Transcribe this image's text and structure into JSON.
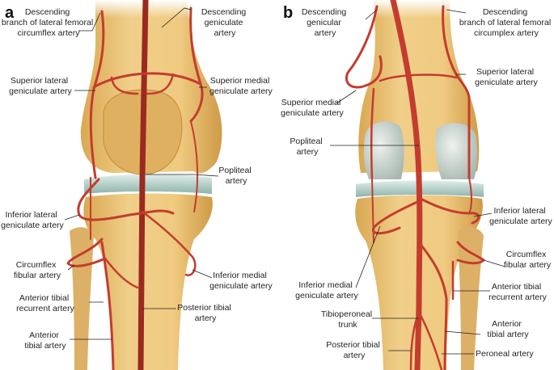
{
  "panels": {
    "a": {
      "letter": "a",
      "labels": {
        "desc_branch": [
          "Descending",
          "branch of lateral femoral",
          "circumflex artery"
        ],
        "desc_genic": [
          "Descending",
          "geniculate",
          "artery"
        ],
        "sup_lat": [
          "Superior lateral",
          "geniculate artery"
        ],
        "sup_med": [
          "Superior medial",
          "geniculate artery"
        ],
        "popliteal": [
          "Popliteal",
          "artery"
        ],
        "inf_lat": [
          "Inferior lateral",
          "geniculate artery"
        ],
        "circumflex": [
          "Circumflex",
          "fibular artery"
        ],
        "inf_med": [
          "Inferior medial",
          "geniculate artery"
        ],
        "ant_rec": [
          "Anterior tibial",
          "recurrent artery"
        ],
        "post_tib": [
          "Posterior tibial",
          "artery"
        ],
        "ant_tib": [
          "Anterior",
          "tibial artery"
        ]
      }
    },
    "b": {
      "letter": "b",
      "labels": {
        "desc_genic": [
          "Descending",
          "genicular",
          "artery"
        ],
        "desc_branch": [
          "Descending",
          "branch of lateral femoral",
          "circumplex artery"
        ],
        "sup_lat": [
          "Superior lateral",
          "geniculate artery"
        ],
        "sup_med": [
          "Superior medial",
          "geniculate artery"
        ],
        "popliteal": [
          "Popliteal",
          "artery"
        ],
        "inf_lat": [
          "Inferior lateral",
          "geniculate artery"
        ],
        "circumflex": [
          "Circumflex",
          "fibular artery"
        ],
        "inf_med": [
          "Inferior medial",
          "geniculate artery"
        ],
        "ant_rec": [
          "Anterior tibial",
          "recurrent artery"
        ],
        "tibioperoneal": [
          "Tibioperoneal",
          "trunk"
        ],
        "ant_tib": [
          "Anterior",
          "tibial artery"
        ],
        "post_tib": [
          "Posterior tibial",
          "artery"
        ],
        "peroneal": [
          "Peroneal artery"
        ]
      }
    }
  },
  "colors": {
    "bone": "#e9c27a",
    "bone_dark": "#c9963f",
    "artery": "#c43c2e",
    "cartilage": "#b9d3cd"
  }
}
